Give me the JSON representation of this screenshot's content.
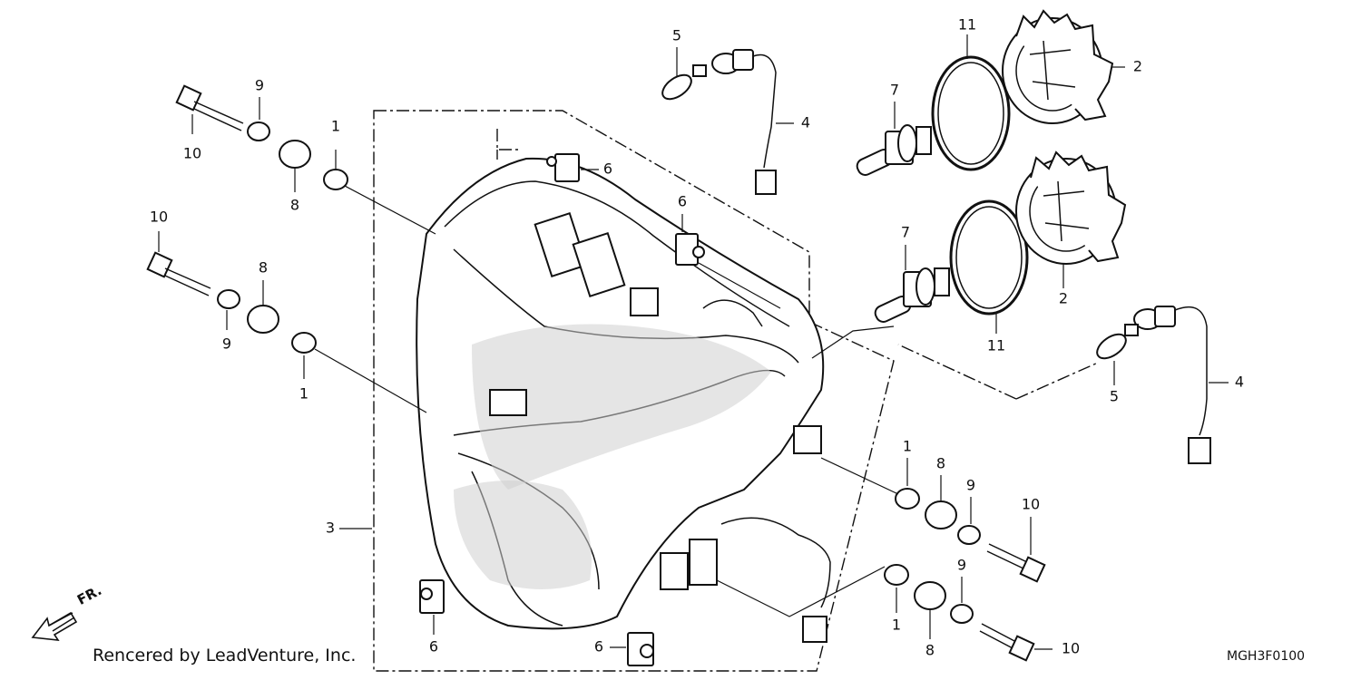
{
  "callouts": [
    {
      "id": "c1a",
      "label": "1"
    },
    {
      "id": "c1b",
      "label": "1"
    },
    {
      "id": "c1c",
      "label": "1"
    },
    {
      "id": "c1d",
      "label": "1"
    },
    {
      "id": "c2a",
      "label": "2"
    },
    {
      "id": "c2b",
      "label": "2"
    },
    {
      "id": "c3",
      "label": "3"
    },
    {
      "id": "c4a",
      "label": "4"
    },
    {
      "id": "c4b",
      "label": "4"
    },
    {
      "id": "c5a",
      "label": "5"
    },
    {
      "id": "c5b",
      "label": "5"
    },
    {
      "id": "c6a",
      "label": "6"
    },
    {
      "id": "c6b",
      "label": "6"
    },
    {
      "id": "c6c",
      "label": "6"
    },
    {
      "id": "c6d",
      "label": "6"
    },
    {
      "id": "c7a",
      "label": "7"
    },
    {
      "id": "c7b",
      "label": "7"
    },
    {
      "id": "c8a",
      "label": "8"
    },
    {
      "id": "c8b",
      "label": "8"
    },
    {
      "id": "c8c",
      "label": "8"
    },
    {
      "id": "c8d",
      "label": "8"
    },
    {
      "id": "c9a",
      "label": "9"
    },
    {
      "id": "c9b",
      "label": "9"
    },
    {
      "id": "c9c",
      "label": "9"
    },
    {
      "id": "c9d",
      "label": "9"
    },
    {
      "id": "c10a",
      "label": "10"
    },
    {
      "id": "c10b",
      "label": "10"
    },
    {
      "id": "c10c",
      "label": "10"
    },
    {
      "id": "c10d",
      "label": "10"
    },
    {
      "id": "c11a",
      "label": "11"
    },
    {
      "id": "c11b",
      "label": "11"
    }
  ],
  "direction_label": "FR.",
  "credit": "Rencered by LeadVenture, Inc.",
  "diagram_code": "MGH3F0100"
}
